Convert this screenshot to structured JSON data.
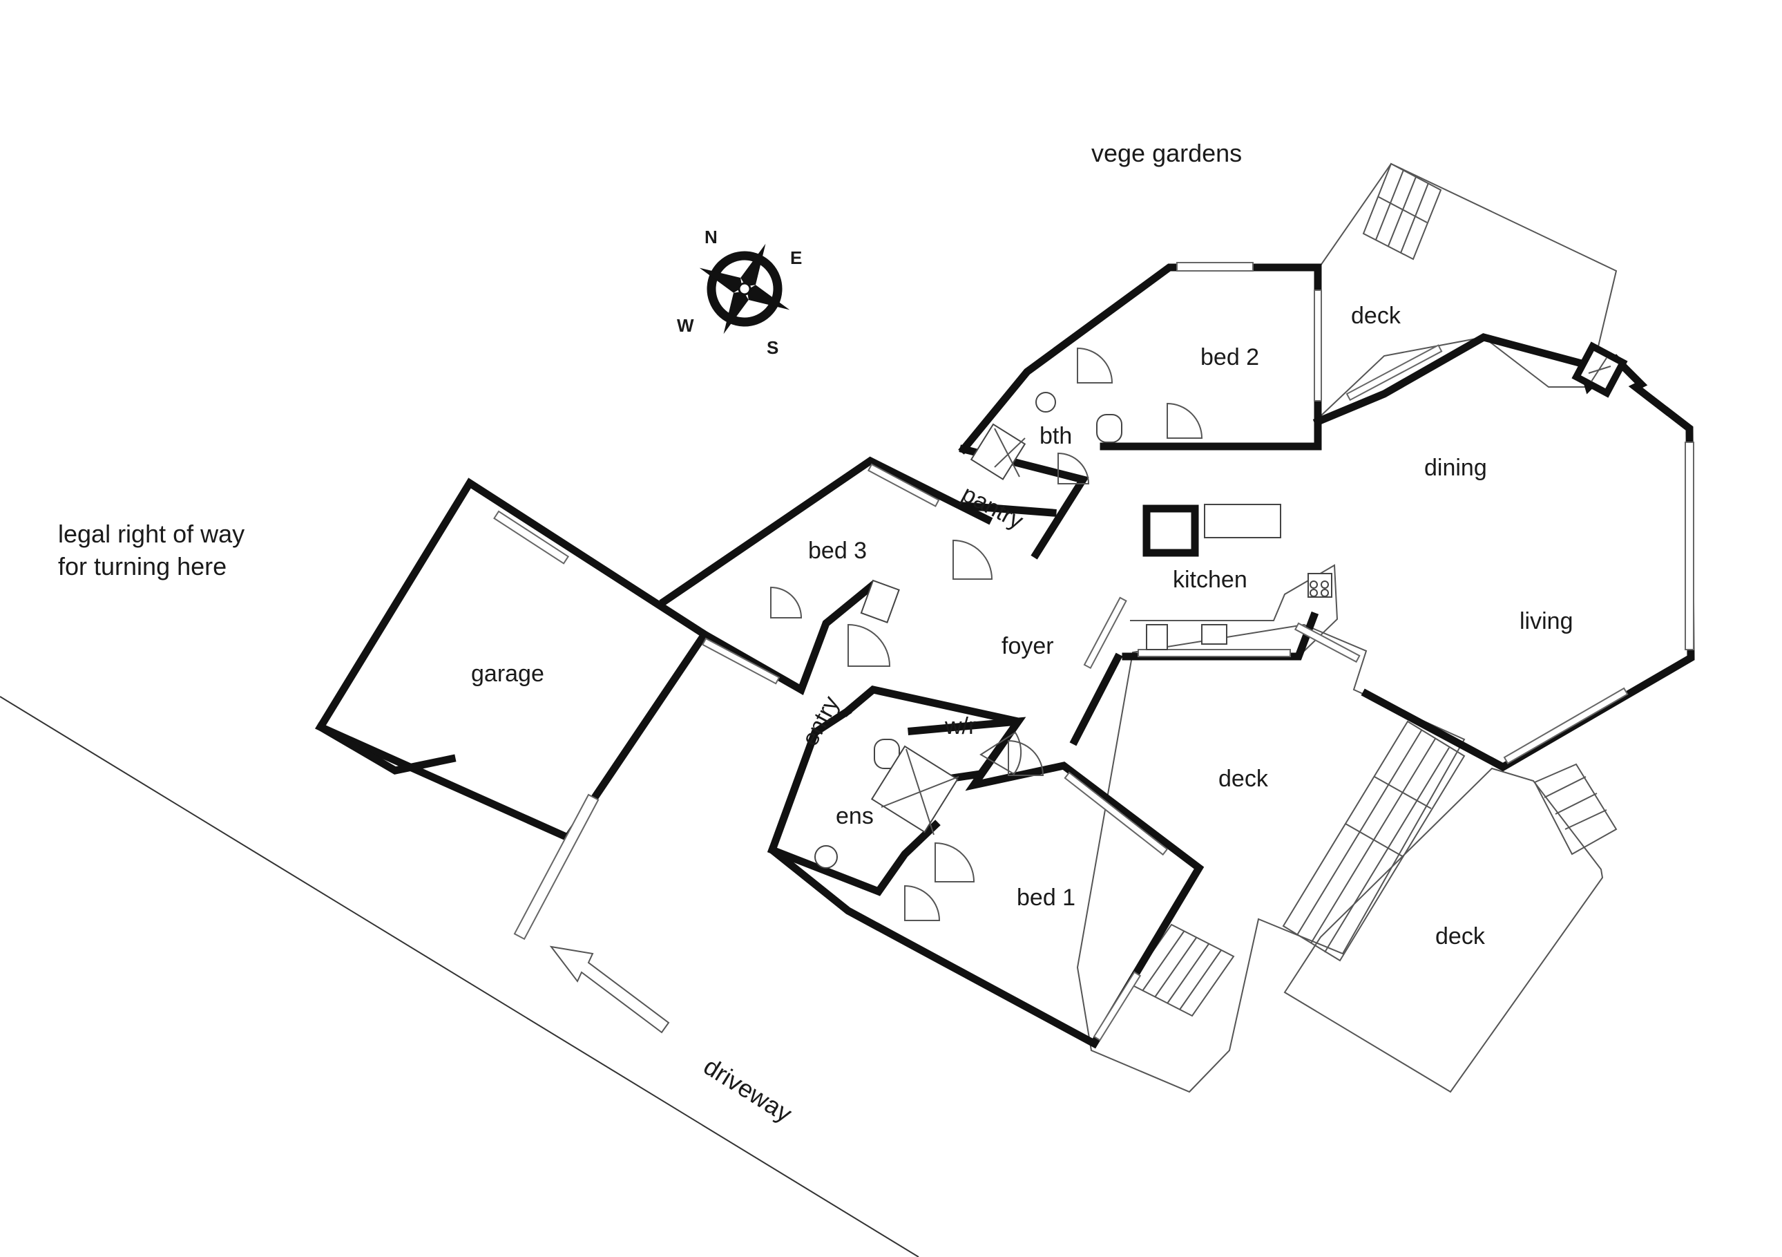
{
  "labels": {
    "vege_gardens": "vege gardens",
    "legal_line1": "legal right of way",
    "legal_line2": "for turning here",
    "garage": "garage",
    "bed3": "bed 3",
    "bed2": "bed 2",
    "bth": "bth",
    "pantry": "pantry",
    "kitchen": "kitchen",
    "foyer": "foyer",
    "entry": "entry",
    "wr": "w/r",
    "ens": "ens",
    "bed1": "bed 1",
    "deck_north": "deck",
    "dining": "dining",
    "living": "living",
    "deck_centre": "deck",
    "deck_south": "deck",
    "driveway": "driveway"
  },
  "compass": {
    "n": "N",
    "e": "E",
    "s": "S",
    "w": "W"
  },
  "colors": {
    "wall": "#111111",
    "line": "#555555",
    "background": "#ffffff"
  }
}
